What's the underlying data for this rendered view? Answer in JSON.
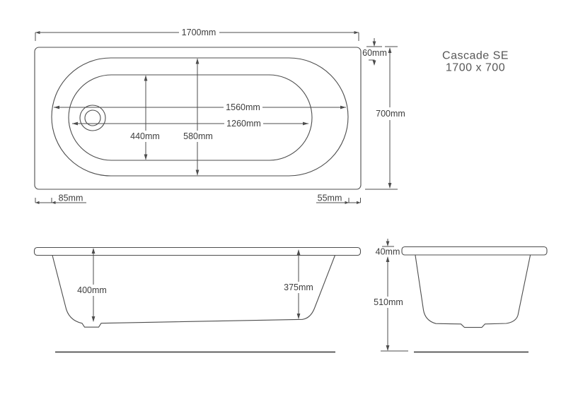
{
  "drawing_title": {
    "product": "Cascade SE",
    "size": "1700 x 700"
  },
  "plan_view": {
    "overall_length": "1700mm",
    "overall_width": "700mm",
    "deck_edge_top": "60mm",
    "rim_length_outer": "1560mm",
    "rim_length_inner": "1260mm",
    "rim_width_inner": "440mm",
    "rim_width_outer": "580mm",
    "deck_offset_left": "85mm",
    "deck_offset_right": "55mm"
  },
  "side_elevation": {
    "depth_head_end": "400mm",
    "depth_foot_end": "375mm"
  },
  "end_elevation": {
    "rim_thickness": "40mm",
    "overall_height": "510mm"
  },
  "colors": {
    "line": "#4d4d4d",
    "text": "#3d3d3d",
    "title": "#575757",
    "background": "#ffffff"
  }
}
